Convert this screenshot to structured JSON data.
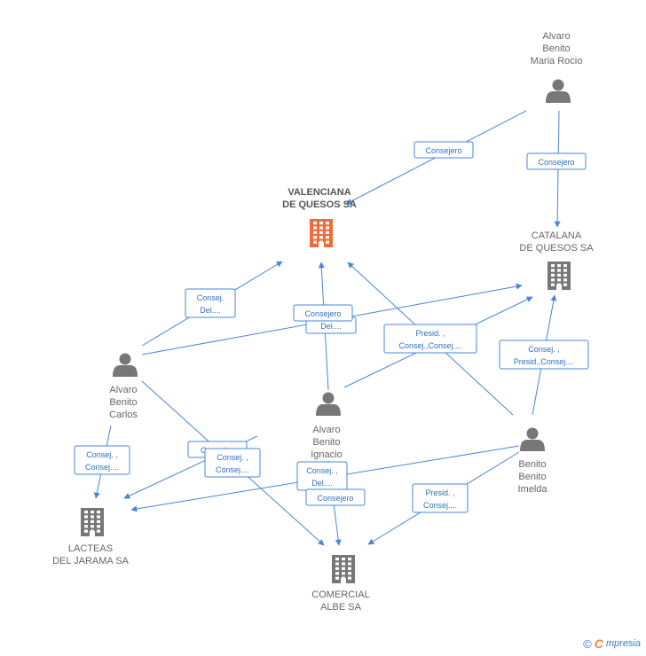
{
  "colors": {
    "edge": "#4a86d8",
    "edge_text": "#2f6fbf",
    "company_main": "#f26a38",
    "company": "#777777",
    "person": "#777777",
    "label": "#666666",
    "brand_accent": "#f08a24"
  },
  "nodes": [
    {
      "id": "valenciana",
      "type": "company",
      "main": true,
      "label_lines": [
        "VALENCIANA",
        "DE QUESOS SA"
      ]
    },
    {
      "id": "catalana",
      "type": "company",
      "label_lines": [
        "CATALANA",
        "DE QUESOS SA"
      ]
    },
    {
      "id": "lacteas",
      "type": "company",
      "label_lines": [
        "LACTEAS",
        "DEL JARAMA SA"
      ]
    },
    {
      "id": "comercial",
      "type": "company",
      "label_lines": [
        "COMERCIAL",
        "ALBE SA"
      ]
    },
    {
      "id": "maria_rocio",
      "type": "person",
      "label_lines": [
        "Alvaro",
        "Benito",
        "Maria Rocio"
      ]
    },
    {
      "id": "carlos",
      "type": "person",
      "label_lines": [
        "Alvaro",
        "Benito",
        "Carlos"
      ]
    },
    {
      "id": "ignacio",
      "type": "person",
      "label_lines": [
        "Alvaro",
        "Benito",
        "Ignacio"
      ]
    },
    {
      "id": "imelda",
      "type": "person",
      "label_lines": [
        "Benito",
        "Benito",
        "Imelda"
      ]
    }
  ],
  "edge_labels": [
    {
      "id": "e-rocio-valenciana",
      "lines": [
        "Consejero"
      ]
    },
    {
      "id": "e-rocio-catalana",
      "lines": [
        "Consejero"
      ]
    },
    {
      "id": "e-carlos-valenciana",
      "lines": [
        "Consej.",
        "Del...."
      ]
    },
    {
      "id": "e-ignacio-valenciana-b",
      "lines": [
        "Del...."
      ]
    },
    {
      "id": "e-ignacio-valenciana",
      "lines": [
        "Consejero"
      ]
    },
    {
      "id": "e-imelda-valenciana",
      "lines": [
        "Presid. ,",
        "Consej.,Consej...."
      ]
    },
    {
      "id": "e-imelda-catalana",
      "lines": [
        "Consej. ,",
        "Presid.,Consej...."
      ]
    },
    {
      "id": "e-carlos-lacteas",
      "lines": [
        "Consej. ,",
        "Consej...."
      ]
    },
    {
      "id": "e-ignacio-lacteas-b",
      "lines": [
        "Consej...."
      ]
    },
    {
      "id": "e-ignacio-lacteas",
      "lines": [
        "Consej. ,",
        "Consej...."
      ]
    },
    {
      "id": "e-imelda-lacteas",
      "lines": [
        "Consej. ,",
        "Del...."
      ]
    },
    {
      "id": "e-ignacio-comercial",
      "lines": [
        "Consejero"
      ]
    },
    {
      "id": "e-imelda-comercial",
      "lines": [
        "Presid. ,",
        "Consej...."
      ]
    }
  ],
  "footer": {
    "copyright": "©",
    "brand_first": "C",
    "brand_rest": "mpresia"
  }
}
